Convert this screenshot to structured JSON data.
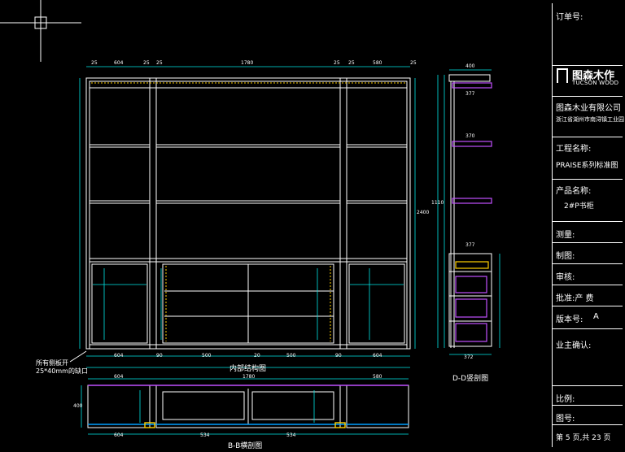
{
  "title_block": {
    "order_no_label": "订单号:",
    "brand_name": "图森木作",
    "brand_sub": "TUCSON WOOD",
    "company": "图森木业有限公司",
    "address": "浙江省湖州市南浔镇工业园",
    "project_label": "工程名称:",
    "project_value": "PRAISE系列标准图",
    "product_label": "产品名称:",
    "product_value": "2#P书柜",
    "survey_label": "测量:",
    "drafter_label": "制图:",
    "reviewer_label": "审核:",
    "approval_label": "批准:产  费",
    "version_label": "版本号:",
    "version_value": "A",
    "owner_label": "业主确认:",
    "scale_label": "比例:",
    "drawing_no_label": "图号:",
    "page_info": "第 5 页,共 23 页"
  },
  "views": {
    "front_label": "内部结构图",
    "side_label": "D-D竖剖图",
    "plan_label": "B-B横剖图",
    "note": "所有侧板开\n25*40mm的缺口"
  },
  "dimensions": {
    "front_top": [
      "25",
      "604",
      "25",
      "25",
      "1780",
      "25",
      "25",
      "580",
      "25"
    ],
    "front_bottom": [
      "604",
      "90",
      "500",
      "20",
      "500",
      "90",
      "604"
    ],
    "overall_height": "2400",
    "side_top": "400",
    "side_depth": "377",
    "side_shelf": "370",
    "side_bottom": "372",
    "side_height": "1110",
    "plan_widths": [
      "604",
      "1780",
      "580"
    ],
    "plan_bottom": [
      "604",
      "534",
      "534"
    ],
    "plan_depth": "400"
  }
}
